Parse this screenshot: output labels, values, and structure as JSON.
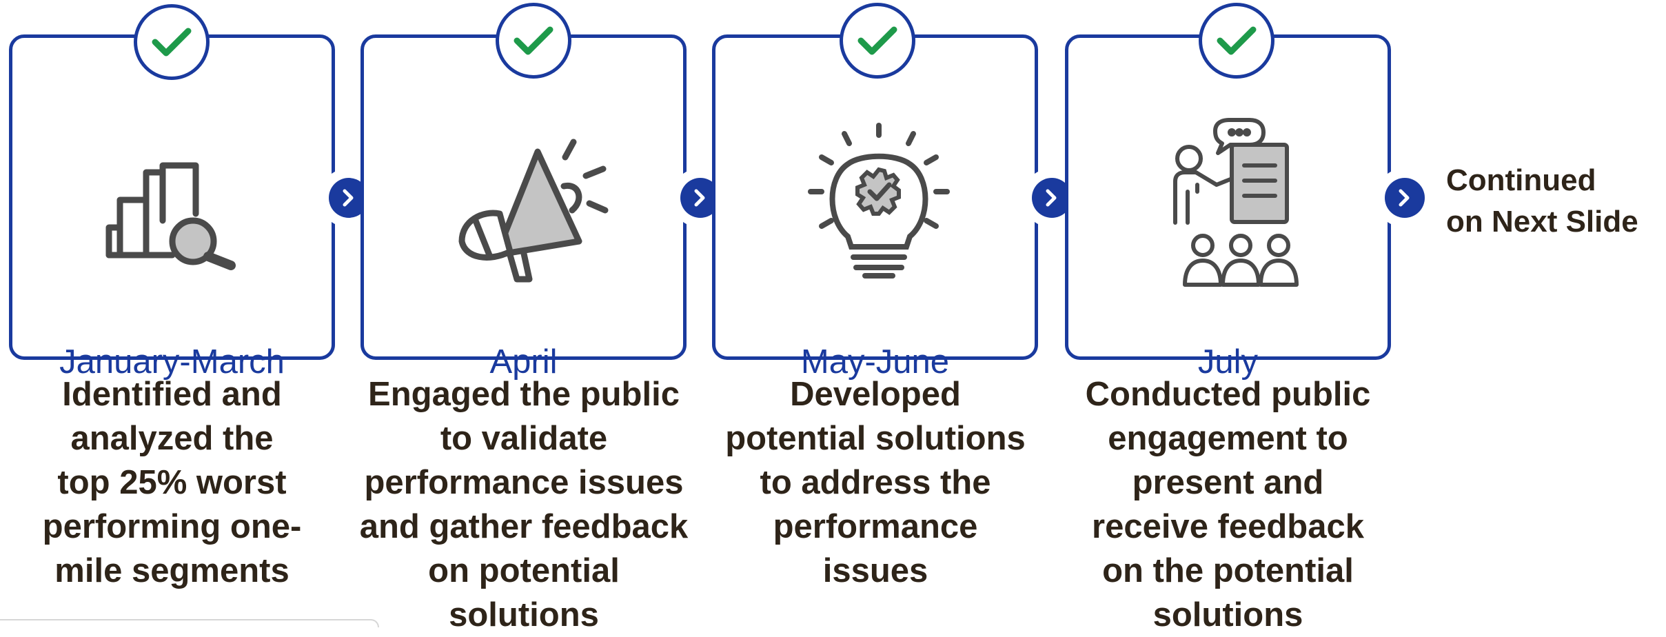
{
  "colors": {
    "frame": "#1a3a9e",
    "check": "#1e9a4a",
    "text": "#2e2419",
    "icon": "#4a4a4a",
    "icon_fill": "#c4c4c4"
  },
  "steps": [
    {
      "period": "January-March",
      "icon": "bar-chart-magnifier-icon",
      "description": [
        "Identified and",
        "analyzed the",
        "top 25% worst",
        "performing one-",
        "mile segments"
      ]
    },
    {
      "period": "April",
      "icon": "megaphone-icon",
      "description": [
        "Engaged the public",
        "to validate",
        "performance issues",
        "and gather feedback",
        "on potential",
        "solutions"
      ]
    },
    {
      "period": "May-June",
      "icon": "lightbulb-gear-icon",
      "description": [
        "Developed",
        "potential solutions",
        "to address the",
        "performance",
        "issues"
      ]
    },
    {
      "period": "July",
      "icon": "presentation-audience-icon",
      "description": [
        "Conducted public",
        "engagement to",
        "present and",
        "receive feedback",
        "on the potential",
        "solutions"
      ]
    }
  ],
  "continued": [
    "Continued",
    "on Next Slide"
  ]
}
